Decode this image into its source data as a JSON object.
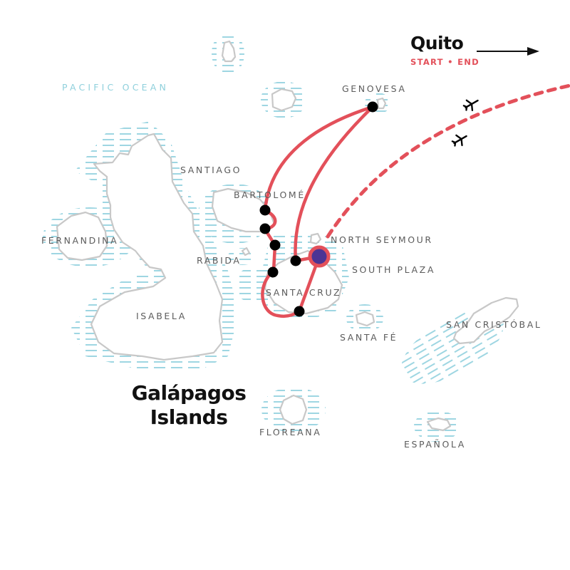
{
  "map": {
    "title_line1": "Galápagos",
    "title_line2": "Islands",
    "ocean_label": "PACIFIC OCEAN",
    "origin": {
      "city": "Quito",
      "subtitle": "START • END"
    },
    "islands": [
      {
        "name": "GENOVESA"
      },
      {
        "name": "SANTIAGO"
      },
      {
        "name": "BARTOLOMÉ"
      },
      {
        "name": "FERNANDINA"
      },
      {
        "name": "RABIDA"
      },
      {
        "name": "NORTH SEYMOUR"
      },
      {
        "name": "SOUTH PLAZA"
      },
      {
        "name": "SANTA CRUZ"
      },
      {
        "name": "ISABELA"
      },
      {
        "name": "SANTA FÉ"
      },
      {
        "name": "SAN CRISTÓBAL"
      },
      {
        "name": "FLOREANA"
      },
      {
        "name": "ESPAÑOLA"
      }
    ],
    "icons": {
      "flight_out": "airplane-icon",
      "flight_in": "airplane-icon",
      "direction": "arrow-right-icon"
    },
    "colors": {
      "route": "#e3505a",
      "stop": "#000000",
      "hub_fill": "#4b3494",
      "water_lines": "#9ed6e2",
      "coastline": "#c8c8c8",
      "label": "#5c5c5c",
      "ocean_label": "#8fd0dc"
    }
  }
}
